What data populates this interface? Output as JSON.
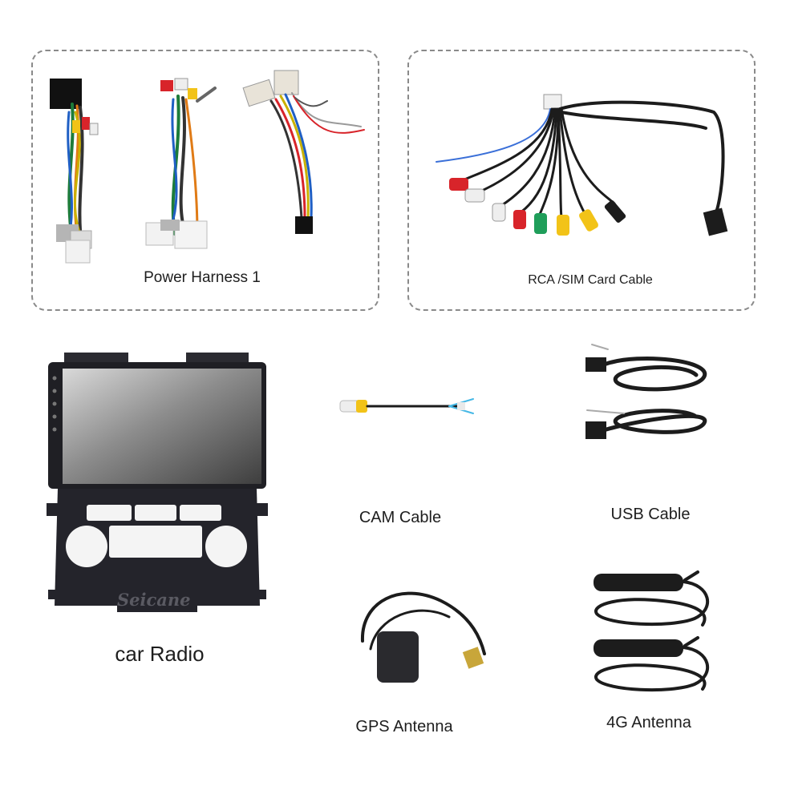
{
  "items": {
    "power_harness": {
      "label": "Power Harness 1"
    },
    "rca_sim": {
      "label": "RCA /SIM Card Cable"
    },
    "car_radio": {
      "label": "car Radio",
      "brand": "Seicane"
    },
    "cam": {
      "label": "CAM Cable"
    },
    "usb": {
      "label": "USB Cable"
    },
    "gps": {
      "label": "GPS Antenna"
    },
    "antenna_4g": {
      "label": "4G Antenna"
    }
  },
  "colors": {
    "dashed_border": "#8a8a8a",
    "cable_black": "#1c1c1c",
    "rca_red": "#d8242a",
    "rca_white": "#eeeeee",
    "rca_yellow": "#f2c318",
    "rca_green": "#1f9e5a",
    "radio_frame": "#24242b"
  }
}
